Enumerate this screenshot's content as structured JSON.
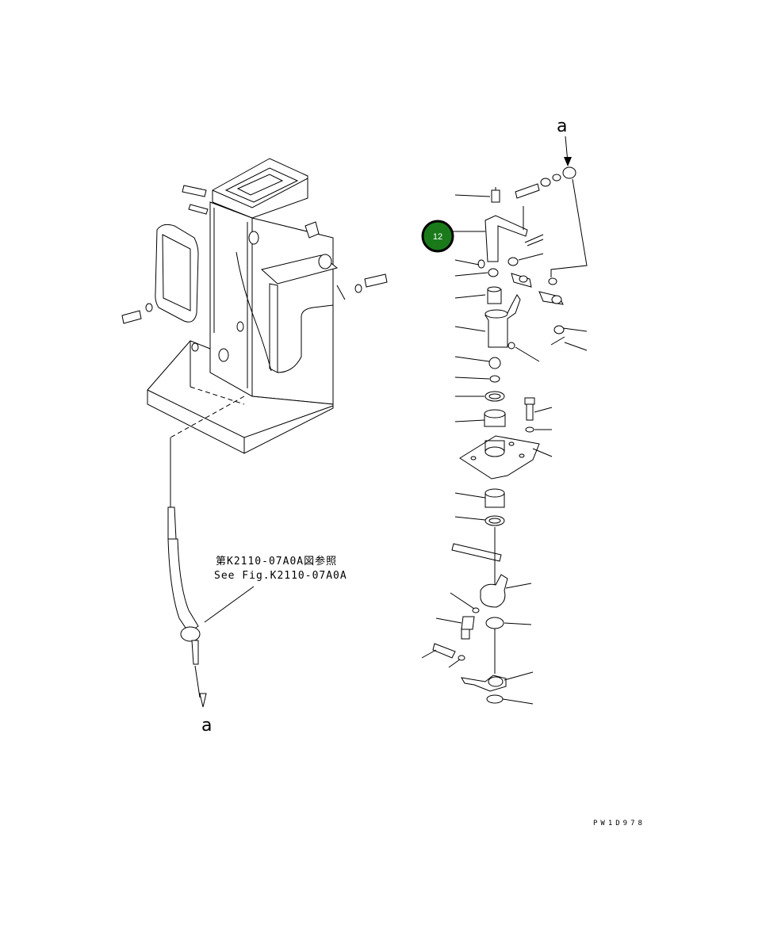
{
  "diagram": {
    "reference_note": {
      "line1": "第K2110-07A0A図参照",
      "line2": "See Fig.K2110-07A0A"
    },
    "connection_label_top": "a",
    "connection_label_bottom": "a",
    "drawing_code": "PW1D978",
    "callout": {
      "number": "12",
      "color": "#1a7a1a",
      "border_color": "#000000"
    }
  }
}
